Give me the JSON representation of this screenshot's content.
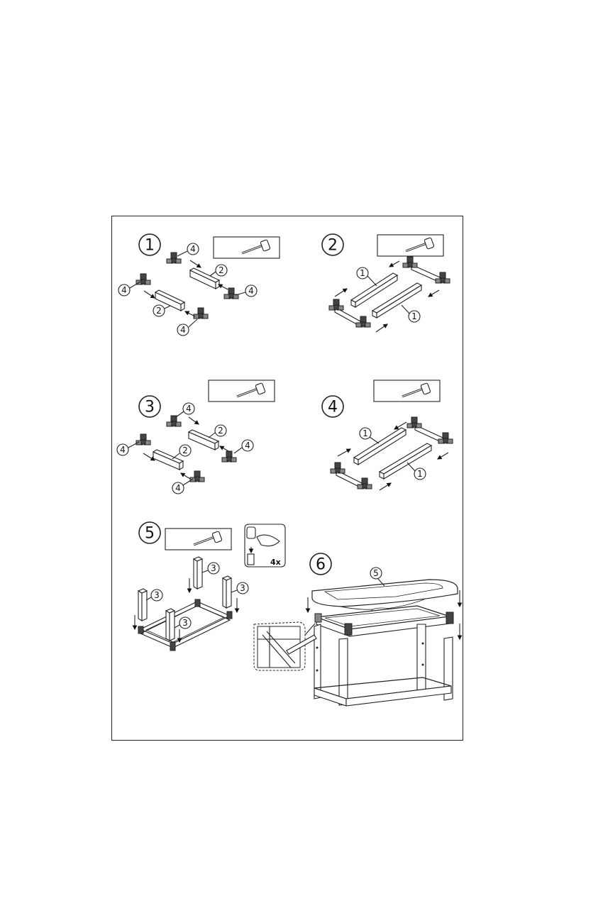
{
  "steps": [
    {
      "number": "1",
      "parts": [
        "4",
        "2",
        "4",
        "4",
        "2",
        "4"
      ]
    },
    {
      "number": "2",
      "parts": [
        "1",
        "1"
      ]
    },
    {
      "number": "3",
      "parts": [
        "4",
        "2",
        "4",
        "4",
        "2",
        "4"
      ]
    },
    {
      "number": "4",
      "parts": [
        "1",
        "1"
      ]
    },
    {
      "number": "5",
      "parts": [
        "3",
        "3",
        "3",
        "3"
      ],
      "quantity": "4x"
    },
    {
      "number": "6",
      "parts": [
        "5"
      ]
    }
  ],
  "icons": {
    "tool": "hammer-icon"
  }
}
